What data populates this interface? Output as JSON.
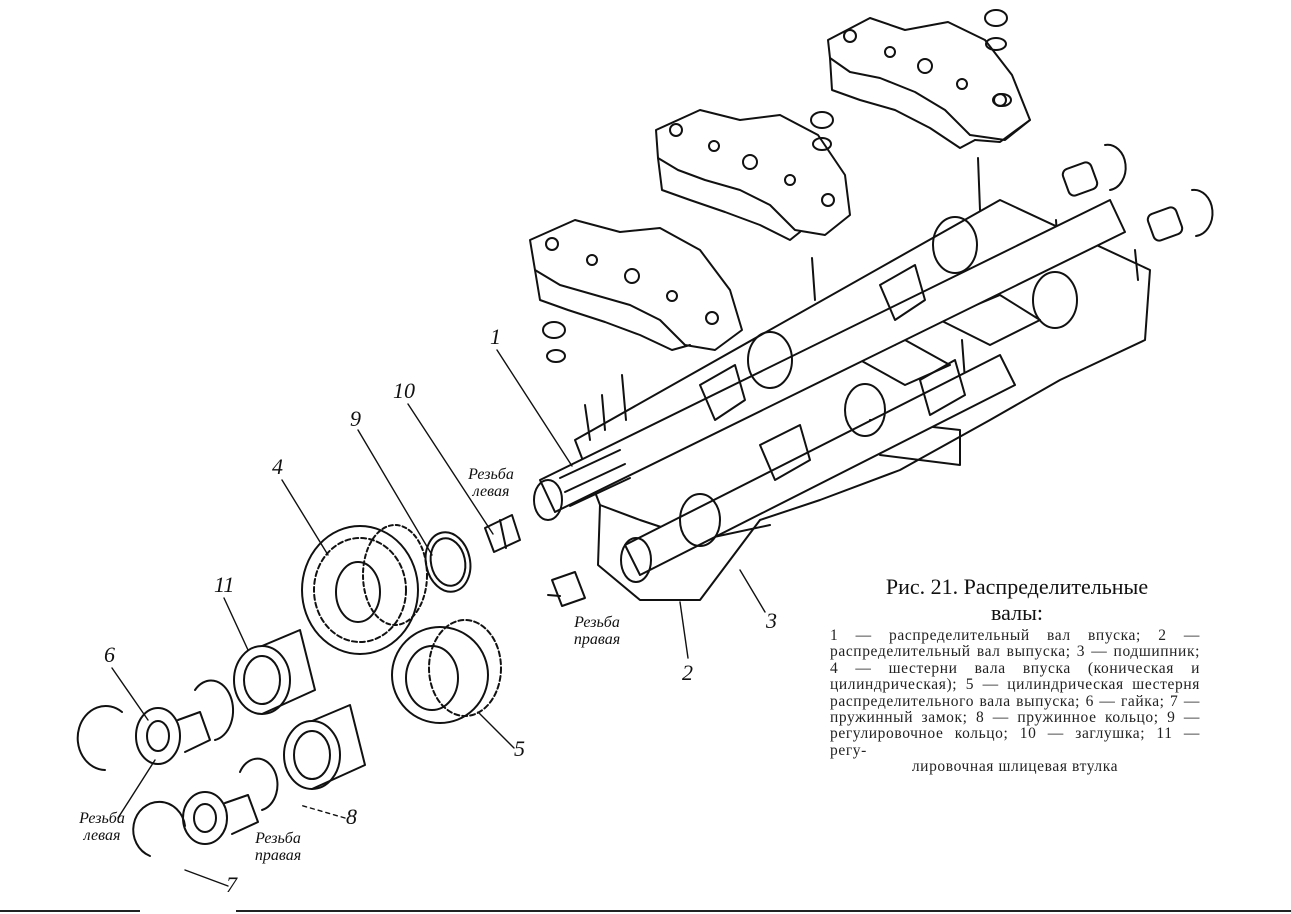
{
  "figure": {
    "title_line1": "Рис. 21. Распределительные",
    "title_line2": "валы:",
    "legend_main": "1 — распределительный вал впуска; 2 — распределительный вал выпуска; 3 — подшипник; 4 — шестерни вала впуска (коническая и цилиндрическая); 5 — цилиндрическая шестерня распределительного вала выпуска; 6 — гайка; 7 — пружинный замок; 8 — пружинное кольцо; 9 — регулировочное кольцо; 10 — заглушка; 11 — регу-",
    "legend_last": "лировочная шлицевая втулка"
  },
  "callouts": {
    "n1": "1",
    "n2": "2",
    "n3": "3",
    "n4": "4",
    "n5": "5",
    "n6": "6",
    "n7": "7",
    "n8": "8",
    "n9": "9",
    "n10": "10",
    "n11": "11"
  },
  "thread_notes": {
    "plug_left_1": "Резьба",
    "plug_left_2": "левая",
    "plug_right_1": "Резьба",
    "plug_right_2": "правая",
    "nut_left_1": "Резьба",
    "nut_left_2": "левая",
    "nut_right_1": "Резьба",
    "nut_right_2": "правая"
  },
  "colors": {
    "ink": "#111111",
    "paper": "#ffffff"
  }
}
